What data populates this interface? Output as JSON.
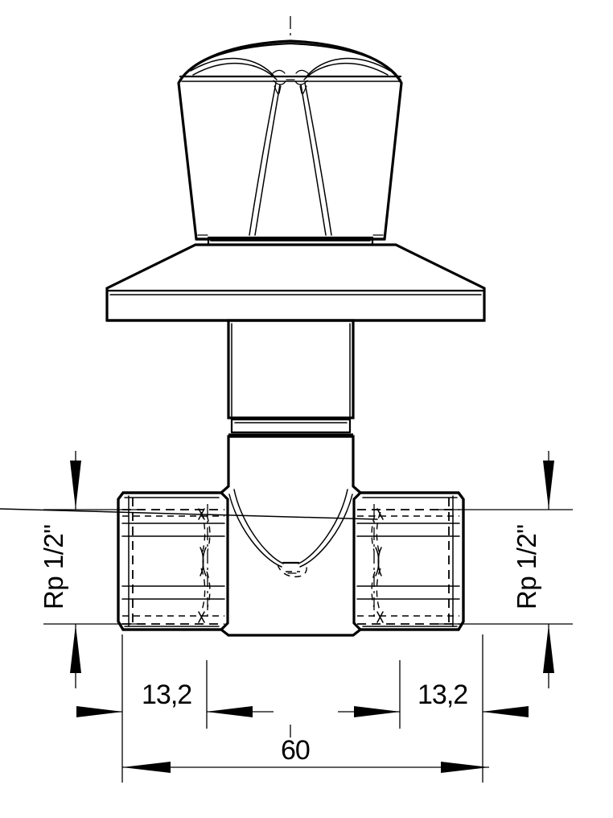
{
  "drawing": {
    "title": "Valve sectional technical drawing",
    "type": "engineering-drawing",
    "background_color": "#ffffff",
    "line_color": "#000000",
    "dimensions": {
      "left_thread": {
        "label": "Rp 1/2\"",
        "orientation": "vertical",
        "position": "left"
      },
      "right_thread": {
        "label": "Rp 1/2\"",
        "orientation": "vertical",
        "position": "right"
      },
      "left_socket": {
        "label": "13,2",
        "orientation": "horizontal",
        "position": "bottom-left"
      },
      "right_socket": {
        "label": "13,2",
        "orientation": "horizontal",
        "position": "bottom-right"
      },
      "overall_length": {
        "label": "60",
        "orientation": "horizontal",
        "position": "bottom-center"
      }
    },
    "components": [
      {
        "name": "handwheel",
        "description": "Tapered cross-pattern valve handle"
      },
      {
        "name": "escutcheon-flange",
        "description": "Wide flat trapezoidal flange"
      },
      {
        "name": "bonnet-stem",
        "description": "Cylindrical stem below flange"
      },
      {
        "name": "packing-ring",
        "description": "Thin ring between stem and body"
      },
      {
        "name": "valve-body",
        "description": "Central tee body"
      },
      {
        "name": "left-socket-nut",
        "description": "Left hexagonal threaded socket"
      },
      {
        "name": "right-socket-nut",
        "description": "Right hexagonal threaded socket"
      }
    ]
  }
}
